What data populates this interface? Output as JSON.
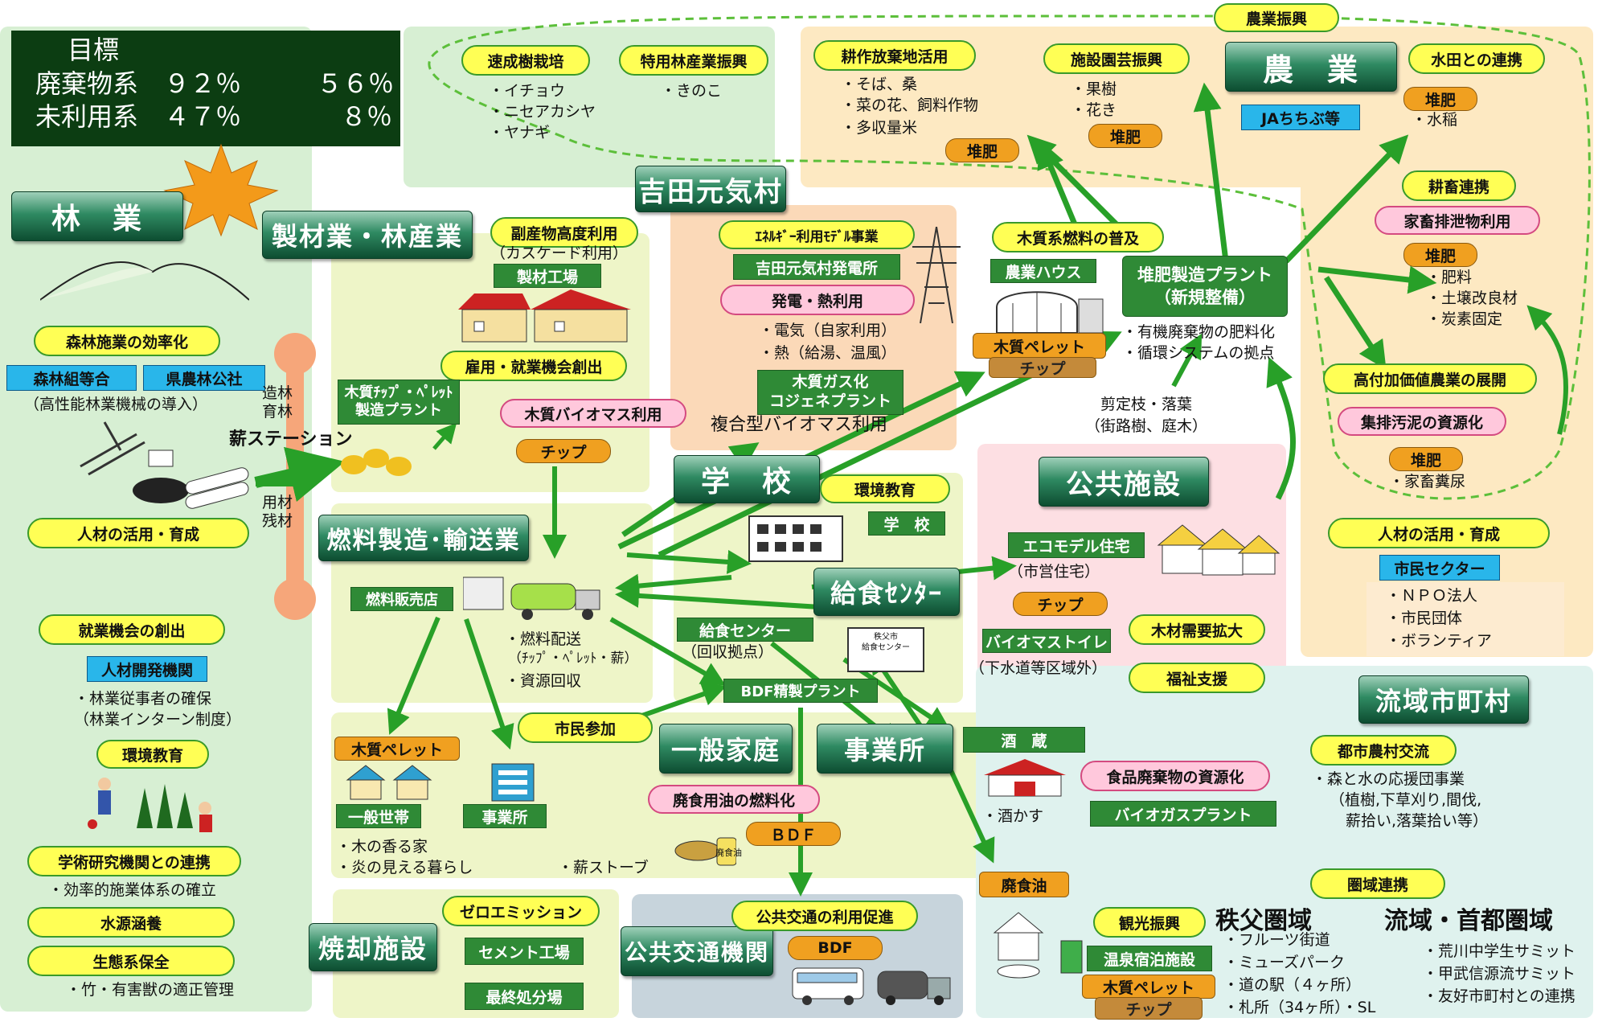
{
  "target": {
    "title": "目標",
    "row1_label": "廃棄物系",
    "row1_v1": "９２％",
    "row1_v2": "５６％",
    "row2_label": "未利用系",
    "row2_v1": "４７％",
    "row2_v2": "８％"
  },
  "forestry": {
    "title": "林　業",
    "efficiency": "森林施業の効率化",
    "org1": "森林組等合",
    "org2": "県農林公社",
    "machines": "（高性能林業機械の導入）",
    "hr": "人材の活用・育成",
    "jobs": "就業機会の創出",
    "hr_agency": "人材開発機関",
    "hr_notes": [
      "・林業従事者の確保",
      "（林業インターン制度）"
    ],
    "env_edu": "環境教育",
    "research": "学術研究機関との連携",
    "research_note": "・効率的施業体系の確立",
    "water": "水源涵養",
    "eco": "生態系保全",
    "eco_note": "・竹・有害獣の適正管理",
    "stem": "造林\n育林",
    "residue": "用材\n残材",
    "station": "薪ステーション"
  },
  "forest_products": {
    "speed": "速成樹栽培",
    "speed_items": [
      "・イチョウ",
      "・ニセアカシヤ",
      "・ヤナギ"
    ],
    "special": "特用林産業振興",
    "special_items": [
      "・きのこ"
    ]
  },
  "sawmill": {
    "title": "製材業・林産業",
    "cascade": "副産物高度利用",
    "cascade_sub": "（カスケード利用）",
    "factory": "製材工場",
    "employment": "雇用・就業機会創出",
    "chip_plant": "木質ﾁｯﾌﾟ・ﾍﾟﾚｯﾄ\n製造プラント",
    "biomass": "木質バイオマス利用",
    "chip": "チップ"
  },
  "yoshida": {
    "title": "吉田元気村",
    "model": "ｴﾈﾙｷﾞｰ利用ﾓﾃﾞﾙ事業",
    "plant": "吉田元気村発電所",
    "gen": "発電・熱利用",
    "items": [
      "・電気（自家利用）",
      "・熱（給湯、温風）"
    ],
    "cogen": "木質ガス化\nコジェネプラント",
    "composite": "複合型バイオマス利用"
  },
  "fuel": {
    "title": "燃料製造･輸送業",
    "shop": "燃料販売店",
    "items": [
      "・燃料配送",
      "（ﾁｯﾌﾟ・ﾍﾟﾚｯﾄ・薪）",
      "・資源回収"
    ]
  },
  "school": {
    "title": "学　校",
    "env_edu": "環境教育",
    "label": "学　校"
  },
  "lunch": {
    "title": "給食ｾﾝﾀｰ",
    "center": "給食センター",
    "sub": "（回収拠点）",
    "bdf_plant": "BDF精製プラント",
    "sign": "秩父市\n給食センター"
  },
  "public": {
    "title": "公共施設",
    "eco_house": "エコモデル住宅",
    "eco_sub": "（市営住宅）",
    "chip": "チップ",
    "demand": "木材需要拡大",
    "toilet": "バイオマストイレ",
    "toilet_sub": "（下水道等区域外）",
    "welfare": "福祉支援"
  },
  "agri": {
    "title": "農　業",
    "promo": "農業振興",
    "ja": "JAちちぶ等",
    "abandoned": "耕作放棄地活用",
    "abandoned_items": [
      "・そば、桑",
      "・菜の花、飼料作物",
      "・多収量米"
    ],
    "compost1": "堆肥",
    "horti": "施設園芸振興",
    "horti_items": [
      "・果樹",
      "・花き"
    ],
    "compost2": "堆肥",
    "paddy": "水田との連携",
    "compost3": "堆肥",
    "paddy_item": "・水稲",
    "livestock": "耕畜連携",
    "manure": "家畜排泄物利用",
    "compost4": "堆肥",
    "livestock_items": [
      "・肥料",
      "・土壌改良材",
      "・炭素固定"
    ],
    "high_value": "高付加価値農業の展開",
    "sludge": "集排汚泥の資源化",
    "compost5": "堆肥",
    "sludge_item": "・家畜糞尿",
    "hr": "人材の活用・育成",
    "citizen": "市民セクター",
    "citizen_items": [
      "・ＮＰＯ法人",
      "・市民団体",
      "・ボランティア"
    ]
  },
  "wood_fuel": {
    "title": "木質系燃料の普及",
    "house": "農業ハウス",
    "pellet": "木質ペレット",
    "chip": "チップ"
  },
  "compost_plant": {
    "title": "堆肥製造プラント\n（新規整備）",
    "items": [
      "・有機廃棄物の肥料化",
      "・循環システムの拠点"
    ]
  },
  "pruning": "剪定枝・落葉\n（街路樹、庭木）",
  "household": {
    "title": "一般家庭",
    "pellet": "木質ペレット",
    "general": "一般世帯",
    "office": "事業所",
    "items": [
      "・木の香る家",
      "・炎の見える暮らし"
    ],
    "stove": "・薪ストーブ",
    "citizen": "市民参加",
    "oil": "廃食用油の燃料化",
    "bdf": "ＢＤＦ",
    "oil_icon": "廃食油"
  },
  "business": {
    "title": "事業所",
    "brewery": "酒　蔵",
    "lees": "・酒かす",
    "food": "食品廃棄物の資源化",
    "biogas": "バイオガスプラント"
  },
  "incin": {
    "title": "焼却施設",
    "zero": "ゼロエミッション",
    "cement": "セメント工場",
    "landfill": "最終処分場"
  },
  "transit": {
    "title": "公共交通機関",
    "promo": "公共交通の利用促進",
    "bdf": "BDF"
  },
  "region": {
    "title": "流域市町村",
    "exchange": "都市農村交流",
    "exchange_items": [
      "・森と水の応援団事業",
      "（植樹,下草刈り,間伐,",
      "薪拾い,落葉拾い等）"
    ],
    "link": "圏域連携",
    "waste_oil": "廃食油",
    "tourism": "観光振興",
    "onsen": "温泉宿泊施設",
    "pellet": "木質ペレット",
    "chip": "チップ",
    "chichibu": "秩父圏域",
    "chichibu_items": [
      "・フルーツ街道",
      "・ミューズパーク",
      "・道の駅（４ヶ所）",
      "・札所（34ヶ所）・SL"
    ],
    "capital": "流域・首都圏域",
    "capital_items": [
      "・荒川中学生サミット",
      "・甲武信源流サミット",
      "・友好市町村との連携"
    ]
  },
  "colors": {
    "arrow": "#28a028",
    "forest_bg": "#d7efd3",
    "agri_bg": "#fde9c2",
    "pink_bg": "#fddfe3",
    "lime_bg": "#eef5c8",
    "orange_bg": "#fbd9b8",
    "teal_bg": "#dff2ee",
    "slate_bg": "#c7d4dc",
    "navy": "#1a4a1c"
  }
}
